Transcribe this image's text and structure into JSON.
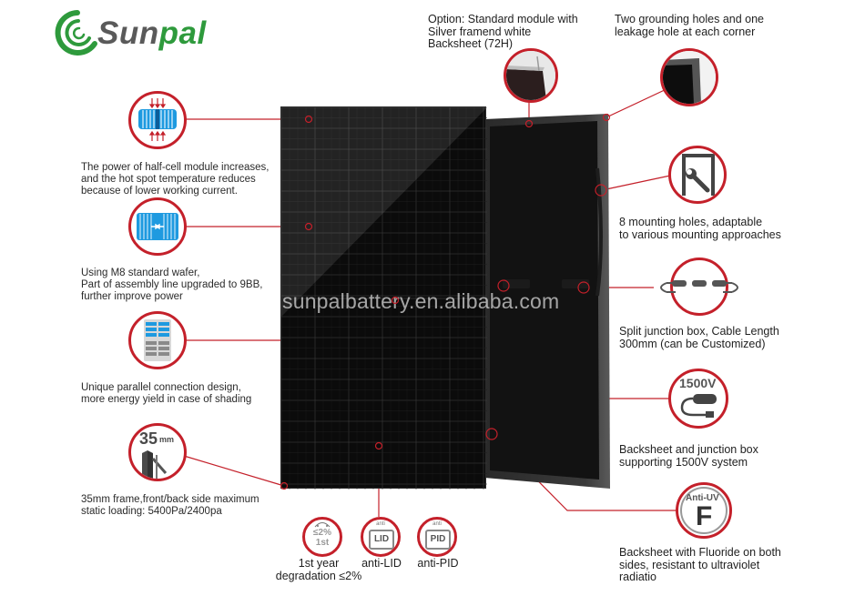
{
  "brand": {
    "name_part1": "Sun",
    "name_part2": "pal",
    "accent_green": "#2e9a3c",
    "accent_gray": "#5a5a5a"
  },
  "colors": {
    "callout_red": "#c4202a",
    "panel_black": "#0c0c0c",
    "icon_blue": "#1e9ae0",
    "icon_gray": "#555555"
  },
  "watermark": "sunpalbattery.en.alibaba.com",
  "left_callouts": [
    {
      "icon": "half-cell-icon",
      "text": "The power of half-cell module increases,\nand the hot spot temperature reduces\nbecause of lower working current."
    },
    {
      "icon": "m8-wafer-icon",
      "text": "Using M8 standard wafer,\nPart of assembly line upgraded to 9BB,\nfurther improve power"
    },
    {
      "icon": "parallel-connection-icon",
      "text": "Unique parallel connection design,\nmore energy yield in case of shading"
    },
    {
      "icon": "frame-35mm-icon",
      "icon_label_big": "35",
      "icon_label_small": "mm",
      "text": "35mm frame,front/back side maximum\nstatic loading: 5400Pa/2400pa"
    }
  ],
  "top_callouts": [
    {
      "icon": "silver-frame-corner-icon",
      "text": "Option: Standard module with\nSilver framend white\n Backsheet (72H)"
    },
    {
      "icon": "grounding-hole-corner-icon",
      "text": "Two grounding holes and one\nleakage hole at each corner"
    }
  ],
  "right_callouts": [
    {
      "icon": "mounting-wrench-icon",
      "text": "8 mounting holes, adaptable\nto various mounting approaches"
    },
    {
      "icon": "split-junction-box-icon",
      "text": "Split junction box, Cable Length\n300mm (can be Customized)"
    },
    {
      "icon": "cable-1500v-icon",
      "icon_label": "1500V",
      "text": "Backsheet and junction box\nsupporting 1500V system"
    },
    {
      "icon": "anti-uv-fluoride-icon",
      "icon_label_top": "Anti-UV",
      "icon_label_big": "F",
      "text": "Backsheet with Fluoride on both\nsides, resistant to ultraviolet\nradiatio"
    }
  ],
  "bottom_badges": [
    {
      "icon": "degradation-icon",
      "icon_line1": "≤2%",
      "icon_line2": "1st",
      "text": "1st year\ndegradation ≤2%"
    },
    {
      "icon": "anti-lid-icon",
      "icon_small": "anti",
      "icon_big": "LID",
      "text": "anti-LID"
    },
    {
      "icon": "anti-pid-icon",
      "icon_small": "anti",
      "icon_big": "PID",
      "text": "anti-PID"
    }
  ]
}
